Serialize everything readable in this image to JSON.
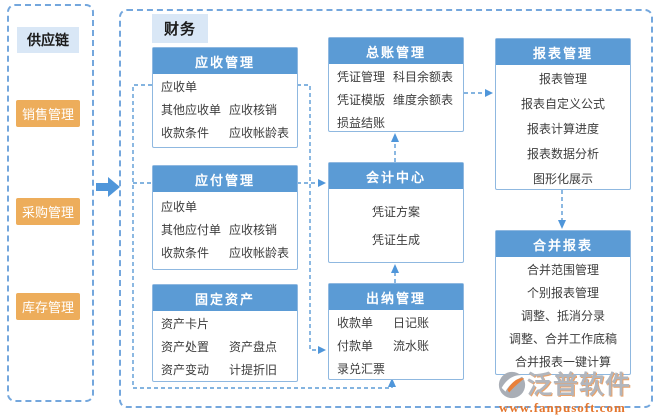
{
  "sidebar": {
    "title": "供应链",
    "items": [
      {
        "label": "销售管理"
      },
      {
        "label": "采购管理"
      },
      {
        "label": "库存管理"
      }
    ]
  },
  "tab": {
    "label": "财务"
  },
  "boxes": {
    "receivables": {
      "title": "应收管理",
      "rows": [
        [
          "应收单",
          ""
        ],
        [
          "其他应收单",
          "应收核销"
        ],
        [
          "收款条件",
          "应收帐龄表"
        ]
      ]
    },
    "payables": {
      "title": "应付管理",
      "rows": [
        [
          "应收单",
          ""
        ],
        [
          "其他应付单",
          "应收核销"
        ],
        [
          "收款条件",
          "应收帐龄表"
        ]
      ]
    },
    "fixed_assets": {
      "title": "固定资产",
      "rows": [
        [
          "资产卡片",
          ""
        ],
        [
          "资产处置",
          "资产盘点"
        ],
        [
          "资产变动",
          "计提折旧"
        ]
      ]
    },
    "general_ledger": {
      "title": "总账管理",
      "rows": [
        [
          "凭证管理",
          "科目余额表"
        ],
        [
          "凭证模版",
          "维度余额表"
        ],
        [
          "损益结账",
          ""
        ]
      ]
    },
    "accounting_center": {
      "title": "会计中心",
      "items": [
        "凭证方案",
        "凭证生成"
      ]
    },
    "cashier": {
      "title": "出纳管理",
      "rows": [
        [
          "收款单",
          "日记账"
        ],
        [
          "付款单",
          "流水账"
        ],
        [
          "录兑汇票",
          ""
        ]
      ]
    },
    "report": {
      "title": "报表管理",
      "items": [
        "报表管理",
        "报表自定义公式",
        "报表计算进度",
        "报表数据分析",
        "图形化展示"
      ]
    },
    "consolidated": {
      "title": "合并报表",
      "items": [
        "合并范围管理",
        "个别报表管理",
        "调整、抵消分录",
        "调整、合并工作底稿",
        "合并报表一键计算"
      ]
    }
  },
  "watermark": {
    "brand": "泛普软件",
    "url": "www.fanpusoft.com"
  },
  "colors": {
    "accent_blue": "#5b9bd5",
    "light_blue_fill": "#d9e7f6",
    "orange_button": "#edad5b",
    "box_border": "#8fb8e0",
    "watermark_orange": "#e4762e"
  }
}
